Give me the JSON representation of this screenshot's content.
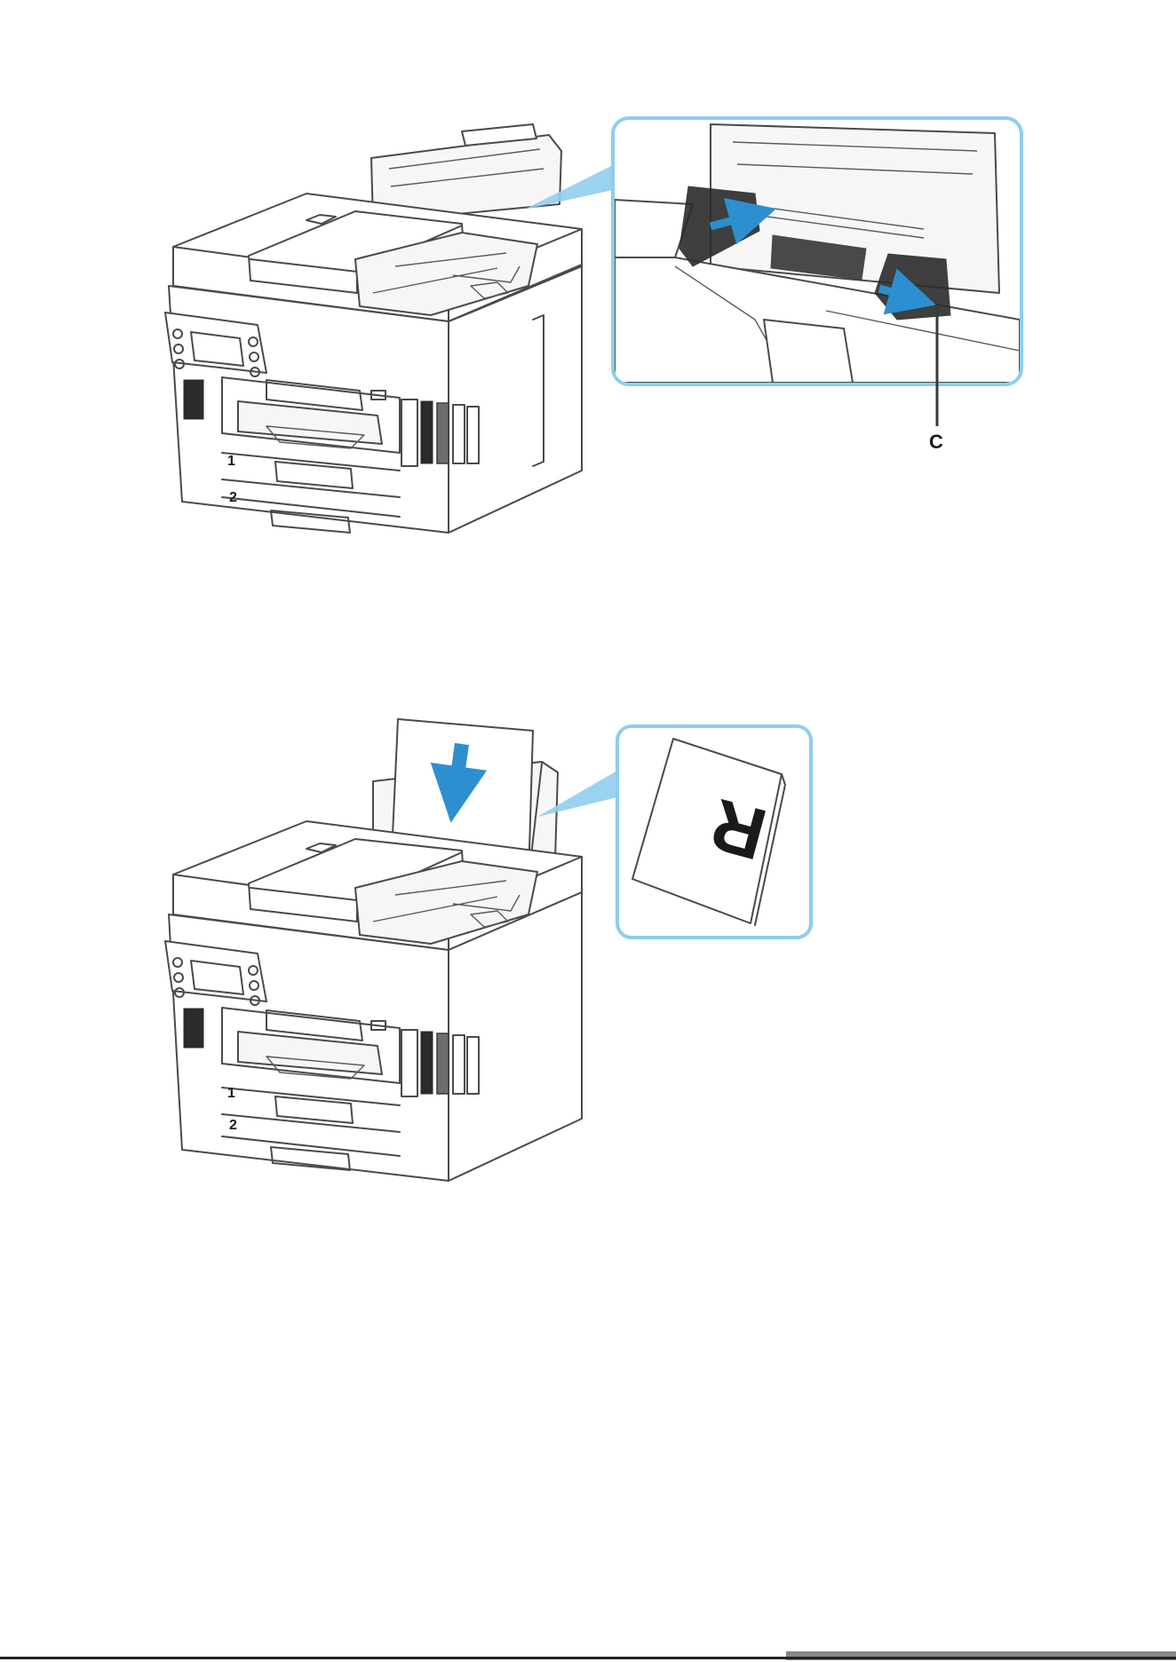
{
  "figure1": {
    "callout_label": "C",
    "tray_numbers": [
      "1",
      "2"
    ],
    "colors": {
      "callout_border": "#8fcdee",
      "arrow": "#2d8fd0"
    }
  },
  "figure2": {
    "tray_numbers": [
      "1",
      "2"
    ],
    "paper_mark": "R",
    "colors": {
      "callout_border": "#8fcdee",
      "arrow": "#2d8fd0"
    }
  },
  "icons": [
    "printer-illustration",
    "blue-double-arrow-icon",
    "blue-down-arrow-icon"
  ]
}
